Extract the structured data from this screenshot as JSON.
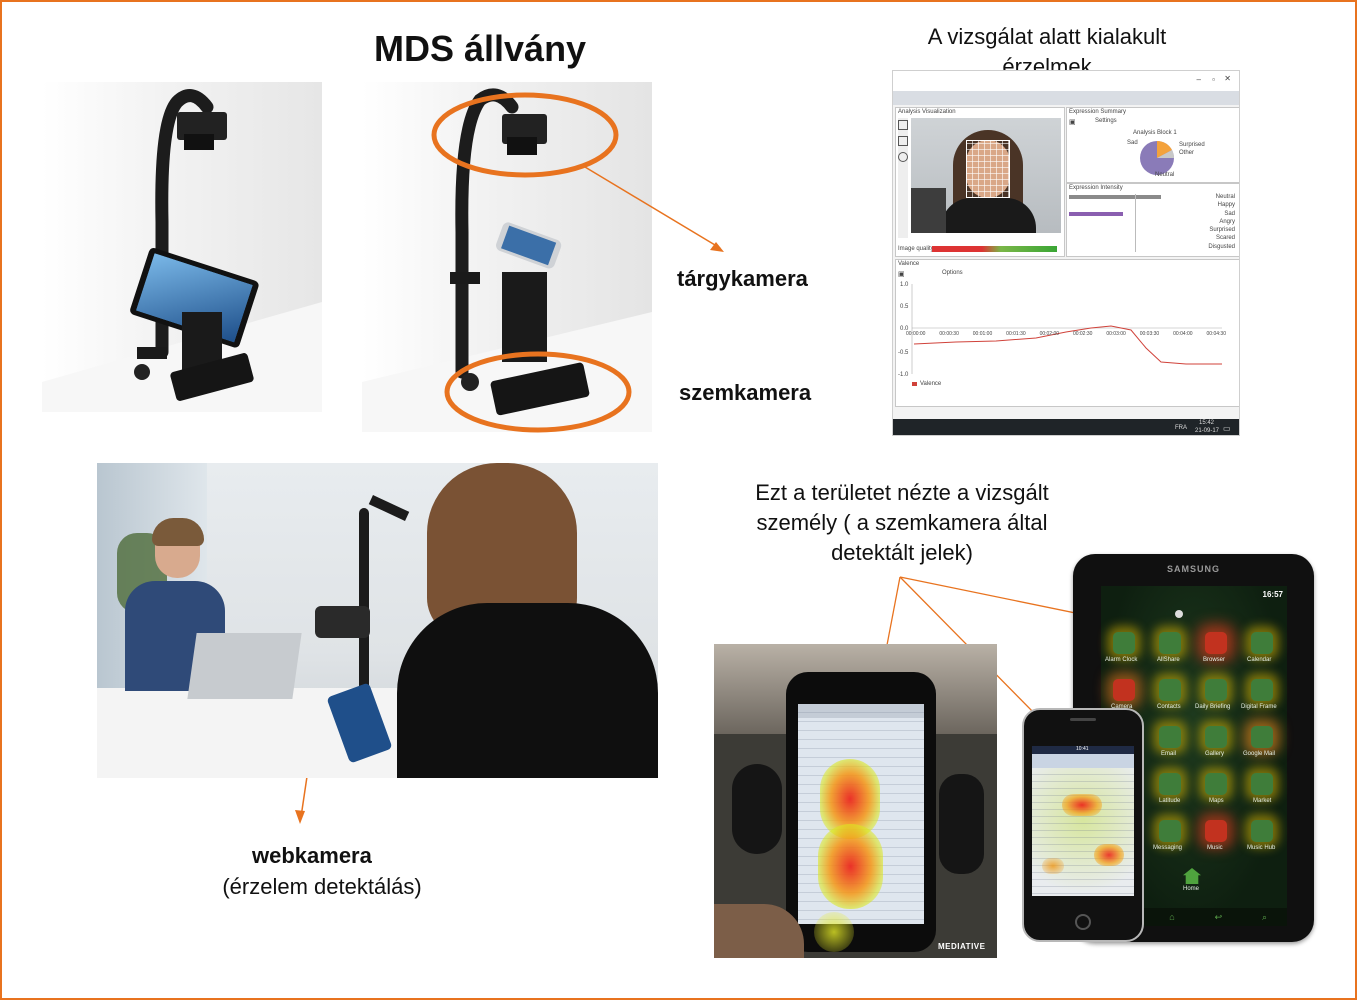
{
  "slide": {
    "title": "MDS állvány",
    "labels": {
      "object_camera": "tárgykamera",
      "eye_camera": "szemkamera",
      "webcam": "webkamera",
      "webcam_sub": "(érzelem detektálás)"
    },
    "emotion_caption": {
      "line1": "A vizsgálat alatt kialakult",
      "line2": "érzelmek"
    },
    "gaze_caption": {
      "line1": "Ezt a területet nézte a vizsgált",
      "line2": "személy ( a szemkamera által",
      "line3": "detektált jelek)"
    },
    "colors": {
      "accent": "#e8731f",
      "border": "#e8731f"
    }
  },
  "emotion_app": {
    "panel_visualization": "Analysis Visualization",
    "panel_summary": "Expression Summary",
    "panel_intensity": "Expression Intensity",
    "panel_valence": "Valence",
    "settings_label": "Settings",
    "options_label": "Options",
    "analysis_block": "Analysis Block 1",
    "image_quality": "Image quality",
    "pie_labels": [
      "Sad",
      "Surprised",
      "Other",
      "Neutral"
    ],
    "intensity_labels": [
      "Neutral",
      "Happy",
      "Sad",
      "Angry",
      "Surprised",
      "Scared",
      "Disgusted"
    ],
    "valence_ticks_y": [
      "1.0",
      "0.5",
      "0.0",
      "-0.5",
      "-1.0"
    ],
    "valence_ticks_x": [
      "00:00:00",
      "00:00:30",
      "00:01:00",
      "00:01:30",
      "00:02:00",
      "00:02:30",
      "00:03:00",
      "00:03:30",
      "00:04:00",
      "00:04:30"
    ],
    "valence_legend": "Valence",
    "taskbar_lang": "FRA",
    "taskbar_time": "15:42",
    "taskbar_date": "21-09-17"
  },
  "devices": {
    "tablet_brand": "SAMSUNG",
    "tablet_time": "16:57",
    "tablet_apps": [
      "Alarm Clock",
      "AllShare",
      "Browser",
      "Calendar",
      "Camera",
      "Contacts",
      "Daily Briefing",
      "Digital Frame",
      "Email",
      "Gallery",
      "Google Mail",
      "Latitude",
      "Maps",
      "Market",
      "Messaging",
      "Music",
      "Music Hub"
    ],
    "tablet_home": "Home",
    "phone_time": "10:41",
    "photo_watermark": "MEDIATIVE"
  }
}
